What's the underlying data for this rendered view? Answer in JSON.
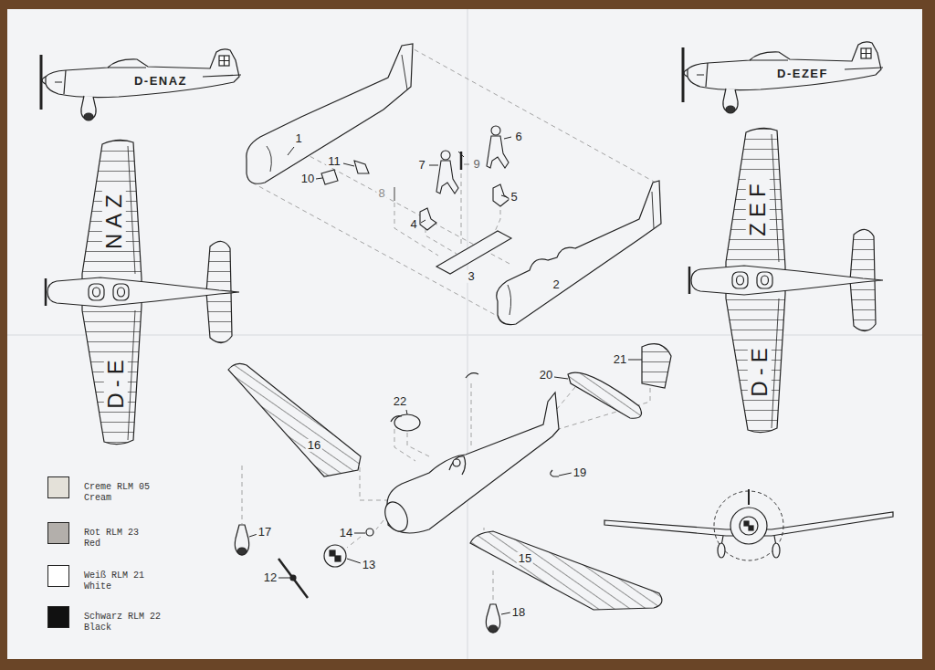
{
  "diagram": {
    "labels": [
      "D-ENAZ",
      "D-E",
      "NAZ",
      "1",
      "11",
      "10",
      "8",
      "7",
      "9",
      "6",
      "5",
      "4",
      "3",
      "2",
      "D-EZEF",
      "D-E",
      "ZEF",
      "22",
      "21",
      "20",
      "16",
      "19",
      "17",
      "14",
      "13",
      "12",
      "15",
      "18"
    ],
    "legend": [
      {
        "text": "Creme RLM 05 Cream",
        "color": "#e4e1d9"
      },
      {
        "text": "Rot RLM 23 Red",
        "color": "#b3afab"
      },
      {
        "text": "Weiß RLM 21 White",
        "color": "#ffffff"
      },
      {
        "text": "Schwarz RLM 22 Black",
        "color": "#111111"
      }
    ]
  }
}
